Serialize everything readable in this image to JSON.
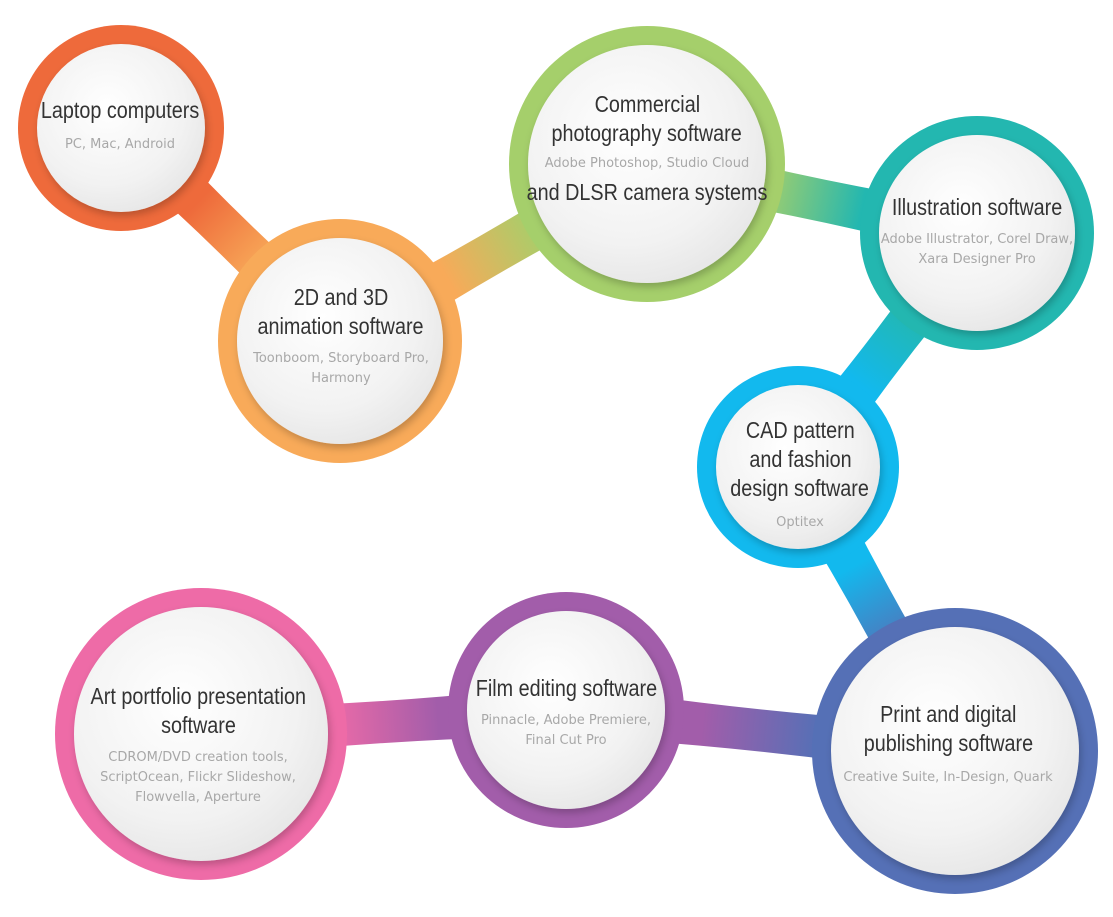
{
  "diagram": {
    "nodes": [
      {
        "id": "laptop",
        "title_lines": [
          "Laptop computers"
        ],
        "subtitle_lines": [
          "PC, Mac, Android"
        ],
        "color": "#EE6A3B"
      },
      {
        "id": "animation",
        "title_lines": [
          "2D and 3D",
          "animation software"
        ],
        "subtitle_lines": [
          "Toonboom, Storyboard Pro,",
          "Harmony"
        ],
        "color": "#F8AA59"
      },
      {
        "id": "photography",
        "title_lines": [
          "Commercial",
          "photography software"
        ],
        "subtitle_lines": [
          "Adobe Photoshop, Studio Cloud"
        ],
        "extra_title": "and DLSR camera systems",
        "color": "#A5CF6B"
      },
      {
        "id": "illustration",
        "title_lines": [
          "Illustration software"
        ],
        "subtitle_lines": [
          "Adobe Illustrator, Corel Draw,",
          "Xara Designer Pro"
        ],
        "color": "#23B7B0"
      },
      {
        "id": "cad",
        "title_lines": [
          "CAD pattern",
          "and fashion",
          "design software"
        ],
        "subtitle_lines": [
          "Optitex"
        ],
        "color": "#12B9EE"
      },
      {
        "id": "publishing",
        "title_lines": [
          "Print and digital",
          "publishing software"
        ],
        "subtitle_lines": [
          "Creative Suite, In-Design, Quark"
        ],
        "color": "#5570B6"
      },
      {
        "id": "film",
        "title_lines": [
          "Film editing software"
        ],
        "subtitle_lines": [
          "Pinnacle, Adobe Premiere,",
          "Final Cut Pro"
        ],
        "color": "#A25DAA"
      },
      {
        "id": "portfolio",
        "title_lines": [
          "Art portfolio presentation",
          "software"
        ],
        "subtitle_lines": [
          "CDROM/DVD creation tools,",
          "ScriptOcean, Flickr Slideshow,",
          "Flowvella, Aperture"
        ],
        "color": "#EE6BA7"
      }
    ],
    "connections": [
      [
        "laptop",
        "animation"
      ],
      [
        "animation",
        "photography"
      ],
      [
        "photography",
        "illustration"
      ],
      [
        "illustration",
        "cad"
      ],
      [
        "cad",
        "publishing"
      ],
      [
        "publishing",
        "film"
      ],
      [
        "film",
        "portfolio"
      ]
    ]
  }
}
